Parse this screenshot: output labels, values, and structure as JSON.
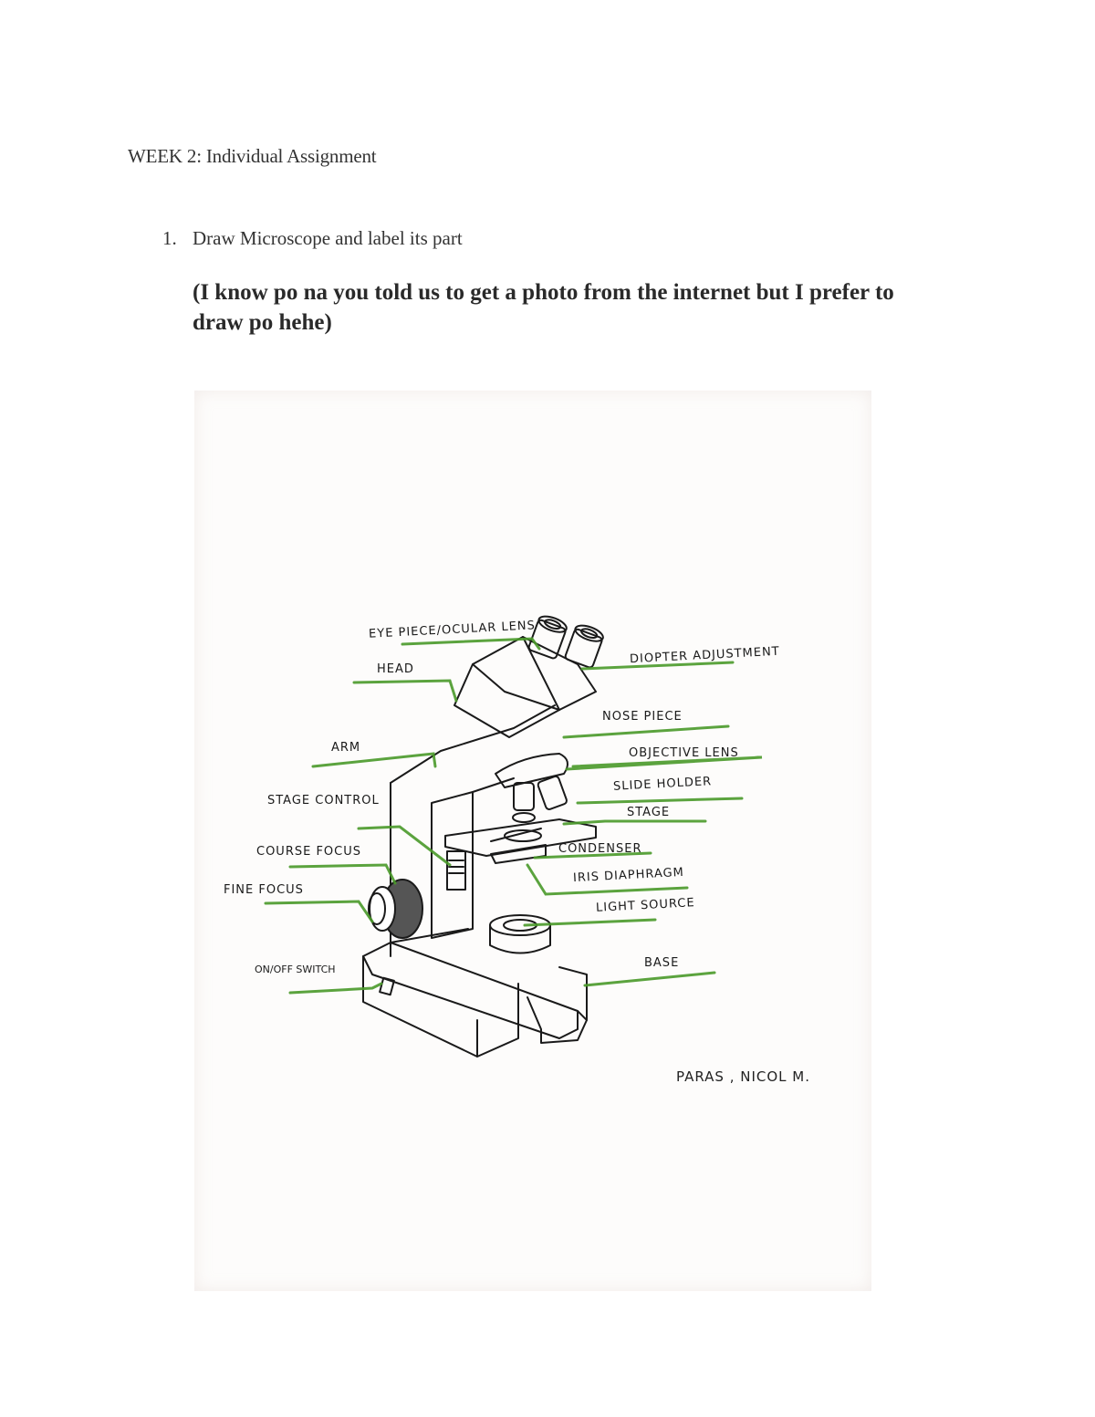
{
  "document": {
    "title": "WEEK 2: Individual Assignment",
    "list_items": [
      {
        "number": "1.",
        "text": "Draw Microscope and label its part"
      }
    ],
    "note": "(I know po na you told us to get a photo from the internet but I prefer to draw po hehe)"
  },
  "figure": {
    "description": "Hand-drawn compound microscope with green label leader lines",
    "label_color": "#4a9a2a",
    "labels": {
      "eye_piece": "EYE PIECE/OCULAR LENS",
      "head": "HEAD",
      "arm": "ARM",
      "stage_control": "STAGE CONTROL",
      "course_focus": "COURSE FOCUS",
      "fine_focus": "FINE FOCUS",
      "on_off_switch": "ON/OFF SWITCH",
      "diopter_adjustment": "DIOPTER ADJUSTMENT",
      "nose_piece": "NOSE PIECE",
      "objective_lens": "OBJECTIVE LENS",
      "slide_holder": "SLIDE HOLDER",
      "stage": "STAGE",
      "condenser": "CONDENSER",
      "iris_diaphragm": "IRIS DIAPHRAGM",
      "light_source": "LIGHT SOURCE",
      "base": "BASE"
    },
    "signature": "PARAS , NICOL M."
  }
}
